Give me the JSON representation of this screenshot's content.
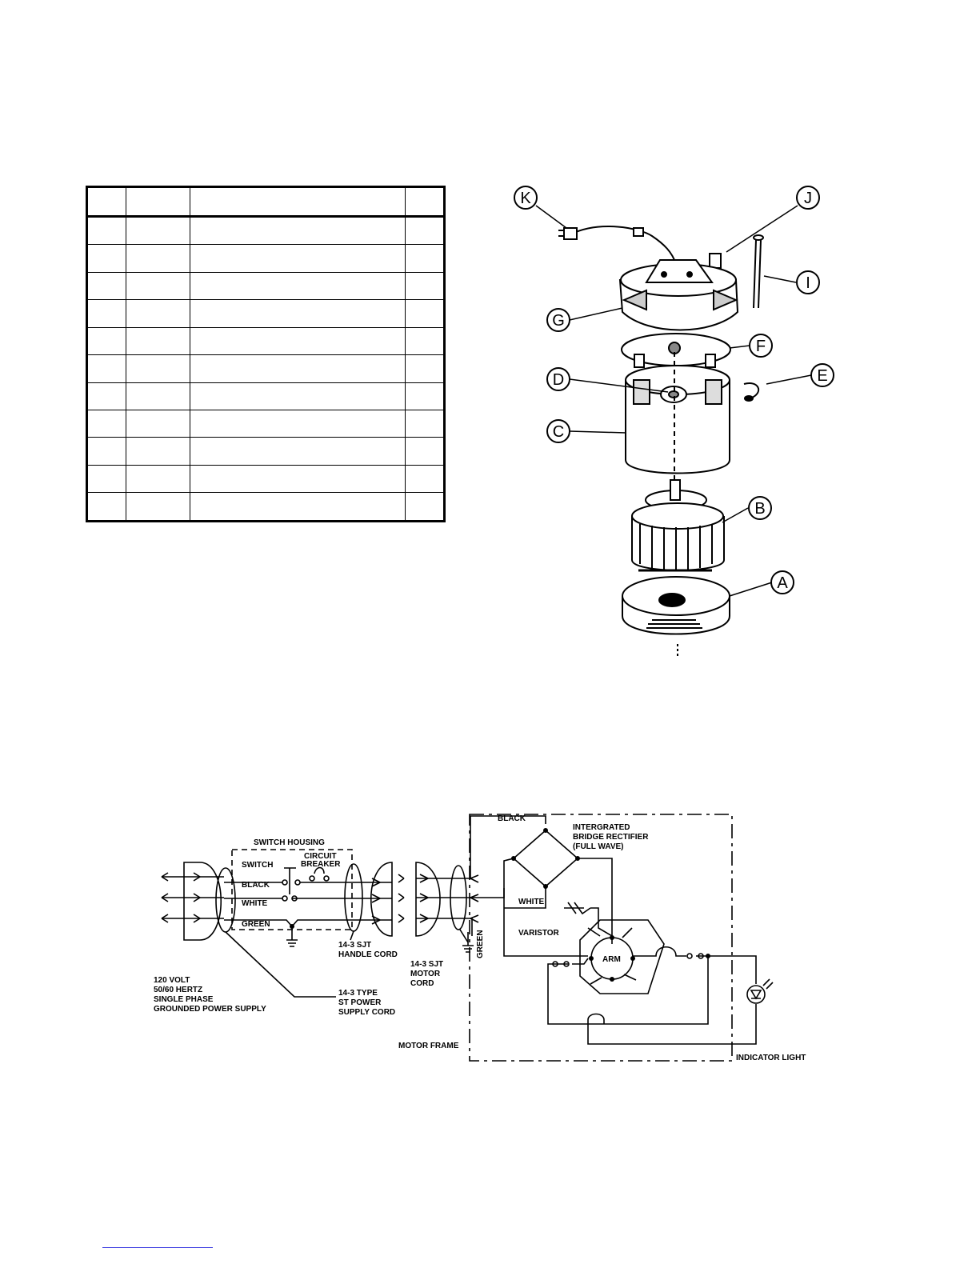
{
  "parts_table": {
    "rows": 12,
    "cols": 4,
    "cells": []
  },
  "exploded_view": {
    "callouts": [
      "A",
      "B",
      "C",
      "D",
      "E",
      "F",
      "G",
      "I",
      "J",
      "K"
    ]
  },
  "wiring_diagram": {
    "labels": {
      "switch_housing": "SWITCH HOUSING",
      "switch": "SWITCH",
      "circuit": "CIRCUIT",
      "breaker": "BREAKER",
      "black_left": "BLACK",
      "white_left": "WHITE",
      "green_left": "GREEN",
      "handle_cord_1": "14-3 SJT",
      "handle_cord_2": "HANDLE CORD",
      "motor_cord_1": "14-3 SJT",
      "motor_cord_2": "MOTOR",
      "motor_cord_3": "CORD",
      "power_1": "120 VOLT",
      "power_2": "50/60 HERTZ",
      "power_3": "SINGLE PHASE",
      "power_4": "GROUNDED POWER SUPPLY",
      "st_cord_1": "14-3 TYPE",
      "st_cord_2": "ST POWER",
      "st_cord_3": "SUPPLY CORD",
      "black_top": "BLACK",
      "rectifier_1": "INTERGRATED",
      "rectifier_2": "BRIDGE RECTIFIER",
      "rectifier_3": "(FULL WAVE)",
      "white_right": "WHITE",
      "varistor": "VARISTOR",
      "arm": "ARM",
      "green_vertical": "GREEN",
      "motor_frame": "MOTOR FRAME",
      "indicator_light": "INDICATOR LIGHT"
    }
  }
}
